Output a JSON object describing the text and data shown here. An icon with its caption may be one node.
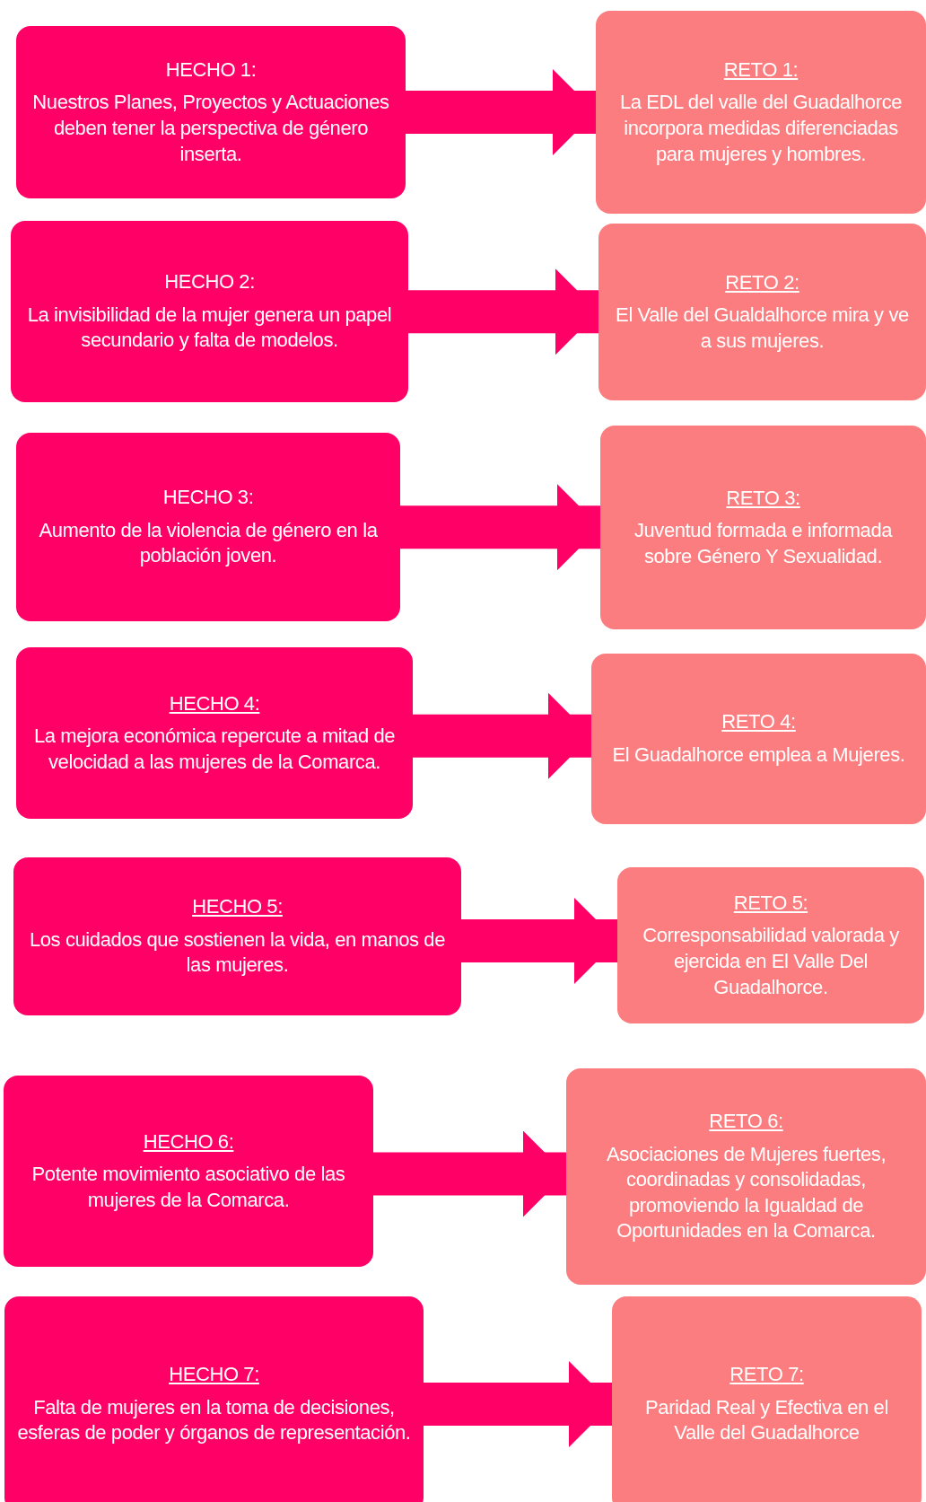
{
  "diagram": {
    "nodes": [
      {
        "text": [
          "HECHO 1:",
          "Nuestros Planes, Proyectos y Actuaciones deben tener la perspectiva de género inserta."
        ]
      },
      {
        "text": [
          "RETO 1:",
          "La EDL del valle del Guadalhorce incorpora medidas diferenciadas para mujeres y hombres."
        ]
      },
      {
        "text": [
          "HECHO 2:",
          "La invisibilidad de la mujer genera un papel secundario y falta de modelos."
        ]
      },
      {
        "text": [
          "RETO 2:",
          "El Valle del Gualdalhorce mira y ve a sus mujeres."
        ]
      },
      {
        "text": [
          "HECHO 3:",
          "Aumento de la violencia de género en la población joven."
        ]
      },
      {
        "text": [
          "RETO 3:",
          "Juventud formada e informada sobre Género Y Sexualidad."
        ]
      },
      {
        "text": [
          "HECHO 4:",
          "La mejora económica repercute a mitad de velocidad a las mujeres de la Comarca."
        ]
      },
      {
        "text": [
          "RETO 4:",
          "El Guadalhorce emplea a Mujeres."
        ]
      },
      {
        "text": [
          "HECHO 5:",
          "Los cuidados que sostienen la vida, en manos de las mujeres."
        ]
      },
      {
        "text": [
          "RETO 5:",
          "Corresponsabilidad valorada y ejercida en El Valle Del Guadalhorce."
        ]
      },
      {
        "text": [
          "HECHO 6:",
          "Potente movimiento asociativo de las mujeres de la Comarca."
        ]
      },
      {
        "text": [
          "RETO 6:",
          "Asociaciones de Mujeres fuertes, coordinadas y consolidadas, promoviendo la Igualdad de Oportunidades en la Comarca."
        ]
      },
      {
        "text": [
          "HECHO 7:",
          "Falta de mujeres en la toma de decisiones, esferas de poder y órganos de representación."
        ]
      },
      {
        "text": [
          "RETO 7:",
          "Paridad Real y Efectiva en el Valle del Guadalhorce"
        ]
      }
    ],
    "edges": [
      {
        "from": 0,
        "to": 1,
        "arrow": "to"
      },
      {
        "from": 2,
        "to": 3,
        "arrow": "to"
      },
      {
        "from": 4,
        "to": 5,
        "arrow": "to"
      },
      {
        "from": 6,
        "to": 7,
        "arrow": "to"
      },
      {
        "from": 8,
        "to": 9,
        "arrow": "to"
      },
      {
        "from": 10,
        "to": 11,
        "arrow": "to"
      },
      {
        "from": 12,
        "to": 13,
        "arrow": "to"
      }
    ]
  }
}
